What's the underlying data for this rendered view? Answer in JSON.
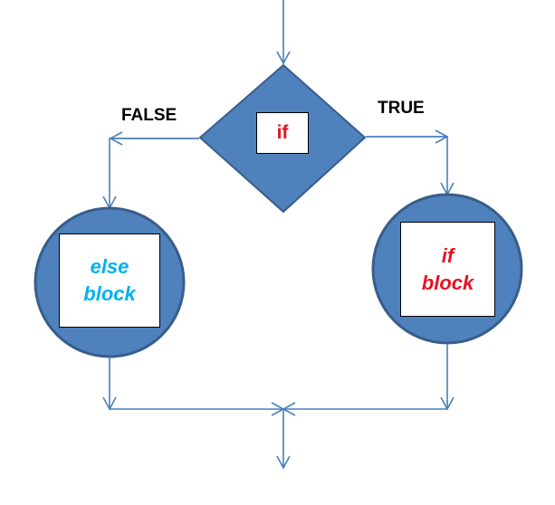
{
  "colors": {
    "shape_fill": "#4f81bd",
    "shape_stroke": "#385d8a",
    "connector": "#4a7ebb",
    "condition_text": "#e81123",
    "else_text": "#00b0f0",
    "if_block_text": "#e81123",
    "label_text": "#000000"
  },
  "branches": {
    "false_label": "FALSE",
    "true_label": "TRUE"
  },
  "decision": {
    "condition": "if"
  },
  "else_block": {
    "line1": "else",
    "line2": "block"
  },
  "if_block": {
    "line1": "if",
    "line2": "block"
  }
}
